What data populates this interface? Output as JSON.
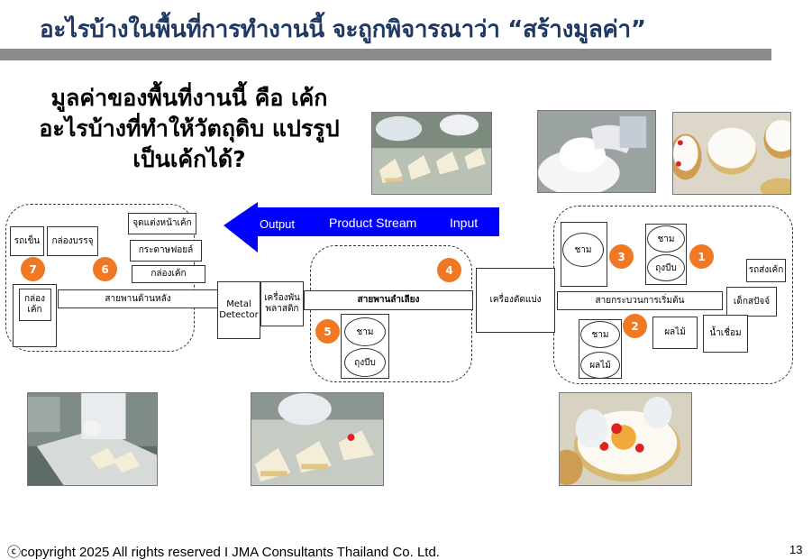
{
  "slide": {
    "title": "อะไรบ้างในพื้นที่การทำงานนี้ จะถูกพิจารณาว่า “สร้างมูลค่า”",
    "question": "มูลค่าของพื้นที่งานนี้ คือ เค้ก อะไรบ้างที่ทำให้วัตถุดิบ แปรรูปเป็นเค้กได้?",
    "footer": "ⓒcopyright 2025 All rights reserved I JMA Consultants Thailand Co. Ltd.",
    "page_number": "13"
  },
  "stream": {
    "output": "Output",
    "label": "Product Stream",
    "input": "Input",
    "color": "#0000ff"
  },
  "left_zone": {
    "cart": "รถเข็น",
    "packing_box": "กล่องบรรจุ",
    "decorate": "จุดแต่งหน้าเค้ก",
    "foil": "กระดาษฟอยล์",
    "cake_box": "กล่องเค้ก",
    "rear_conveyor": "สายพานด้านหลัง",
    "cake_box_2": "กล่อง เค้ก"
  },
  "middle": {
    "metal_detector": "Metal Detector",
    "wrapper": "เครื่องพัน พลาสติก",
    "conveyor": "สายพานลำเลียง",
    "cutter": "เครื่องตัดแบ่ง"
  },
  "zone5": {
    "bowl": "ชาม",
    "piping_bag": "ถุงบีบ"
  },
  "right_zone": {
    "bowl_a": "ชาม",
    "bowl_b": "ชาม",
    "piping_bag": "ถุงบีบ",
    "start_line": "สายกระบวนการเริ่มต้น",
    "cake_cart": "รถส่งเค้ก",
    "mixer": "เด็กสปัจจ์",
    "bowl_c": "ชาม",
    "fruit_a": "ผลไม้",
    "fruit_b": "ผลไม้",
    "syrup": "น้ำเชื่อม"
  },
  "badges": [
    "1",
    "2",
    "3",
    "4",
    "5",
    "6",
    "7"
  ],
  "colors": {
    "title": "#1f3864",
    "badge": "#f07823",
    "title_bar": "#8c8c8c"
  }
}
